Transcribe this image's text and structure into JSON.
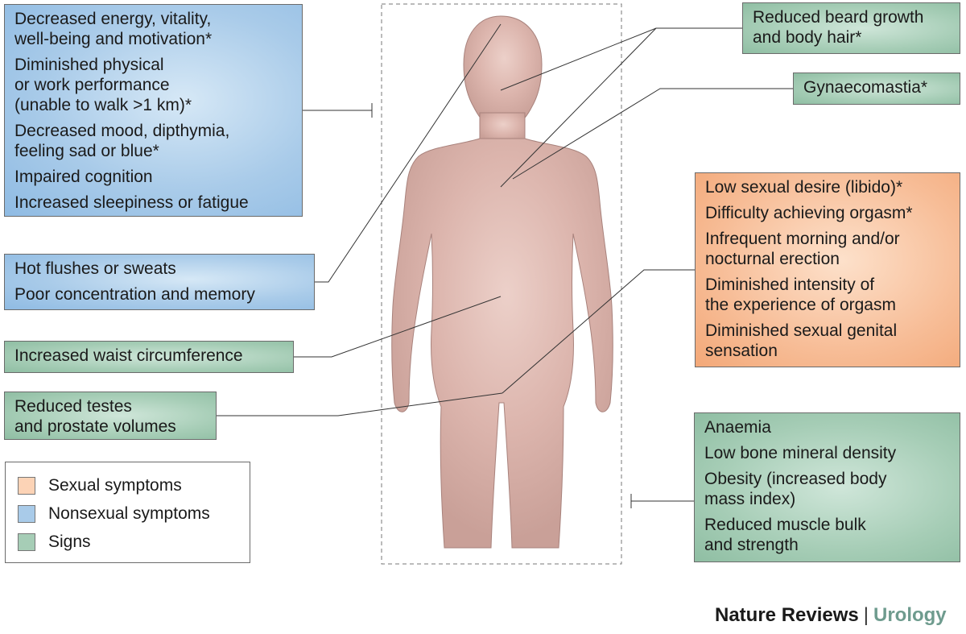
{
  "colors": {
    "sexual": "#f7bd97",
    "nonsexual": "#a9cbe9",
    "signs": "#a6cdb6",
    "body": "#dcb4ad",
    "journal_accent": "#6e9b8e"
  },
  "boxes": {
    "nonsexual_main": {
      "category": "nonsexual",
      "items": [
        "Decreased energy, vitality,\nwell-being and motivation*",
        "Diminished physical\nor work performance\n(unable to walk >1 km)*",
        "Decreased mood, dipthymia,\nfeeling sad or blue*",
        "Impaired cognition",
        "Increased sleepiness or fatigue"
      ]
    },
    "nonsexual_flushes": {
      "category": "nonsexual",
      "items": [
        "Hot flushes or sweats",
        "Poor concentration and memory"
      ]
    },
    "signs_waist": {
      "category": "signs",
      "items": [
        "Increased waist circumference"
      ]
    },
    "signs_testes": {
      "category": "signs",
      "items": [
        "Reduced testes\nand prostate volumes"
      ]
    },
    "signs_beard": {
      "category": "signs",
      "items": [
        "Reduced beard growth\nand body hair*"
      ]
    },
    "signs_gynaecomastia": {
      "category": "signs",
      "items": [
        "Gynaecomastia*"
      ]
    },
    "sexual_main": {
      "category": "sexual",
      "items": [
        "Low sexual desire (libido)*",
        "Difficulty achieving orgasm*",
        "Infrequent morning and/or\nnocturnal erection",
        "Diminished intensity of\nthe experience of orgasm",
        "Diminished sexual genital\nsensation"
      ]
    },
    "signs_general": {
      "category": "signs",
      "items": [
        "Anaemia",
        "Low bone mineral density",
        "Obesity (increased body\nmass index)",
        "Reduced muscle bulk\nand strength"
      ]
    }
  },
  "legend": [
    {
      "label": "Sexual symptoms",
      "category": "sexual"
    },
    {
      "label": "Nonsexual symptoms",
      "category": "nonsexual"
    },
    {
      "label": "Signs",
      "category": "signs"
    }
  ],
  "footer": {
    "journal": "Nature Reviews",
    "separator": "|",
    "specialty": "Urology"
  }
}
